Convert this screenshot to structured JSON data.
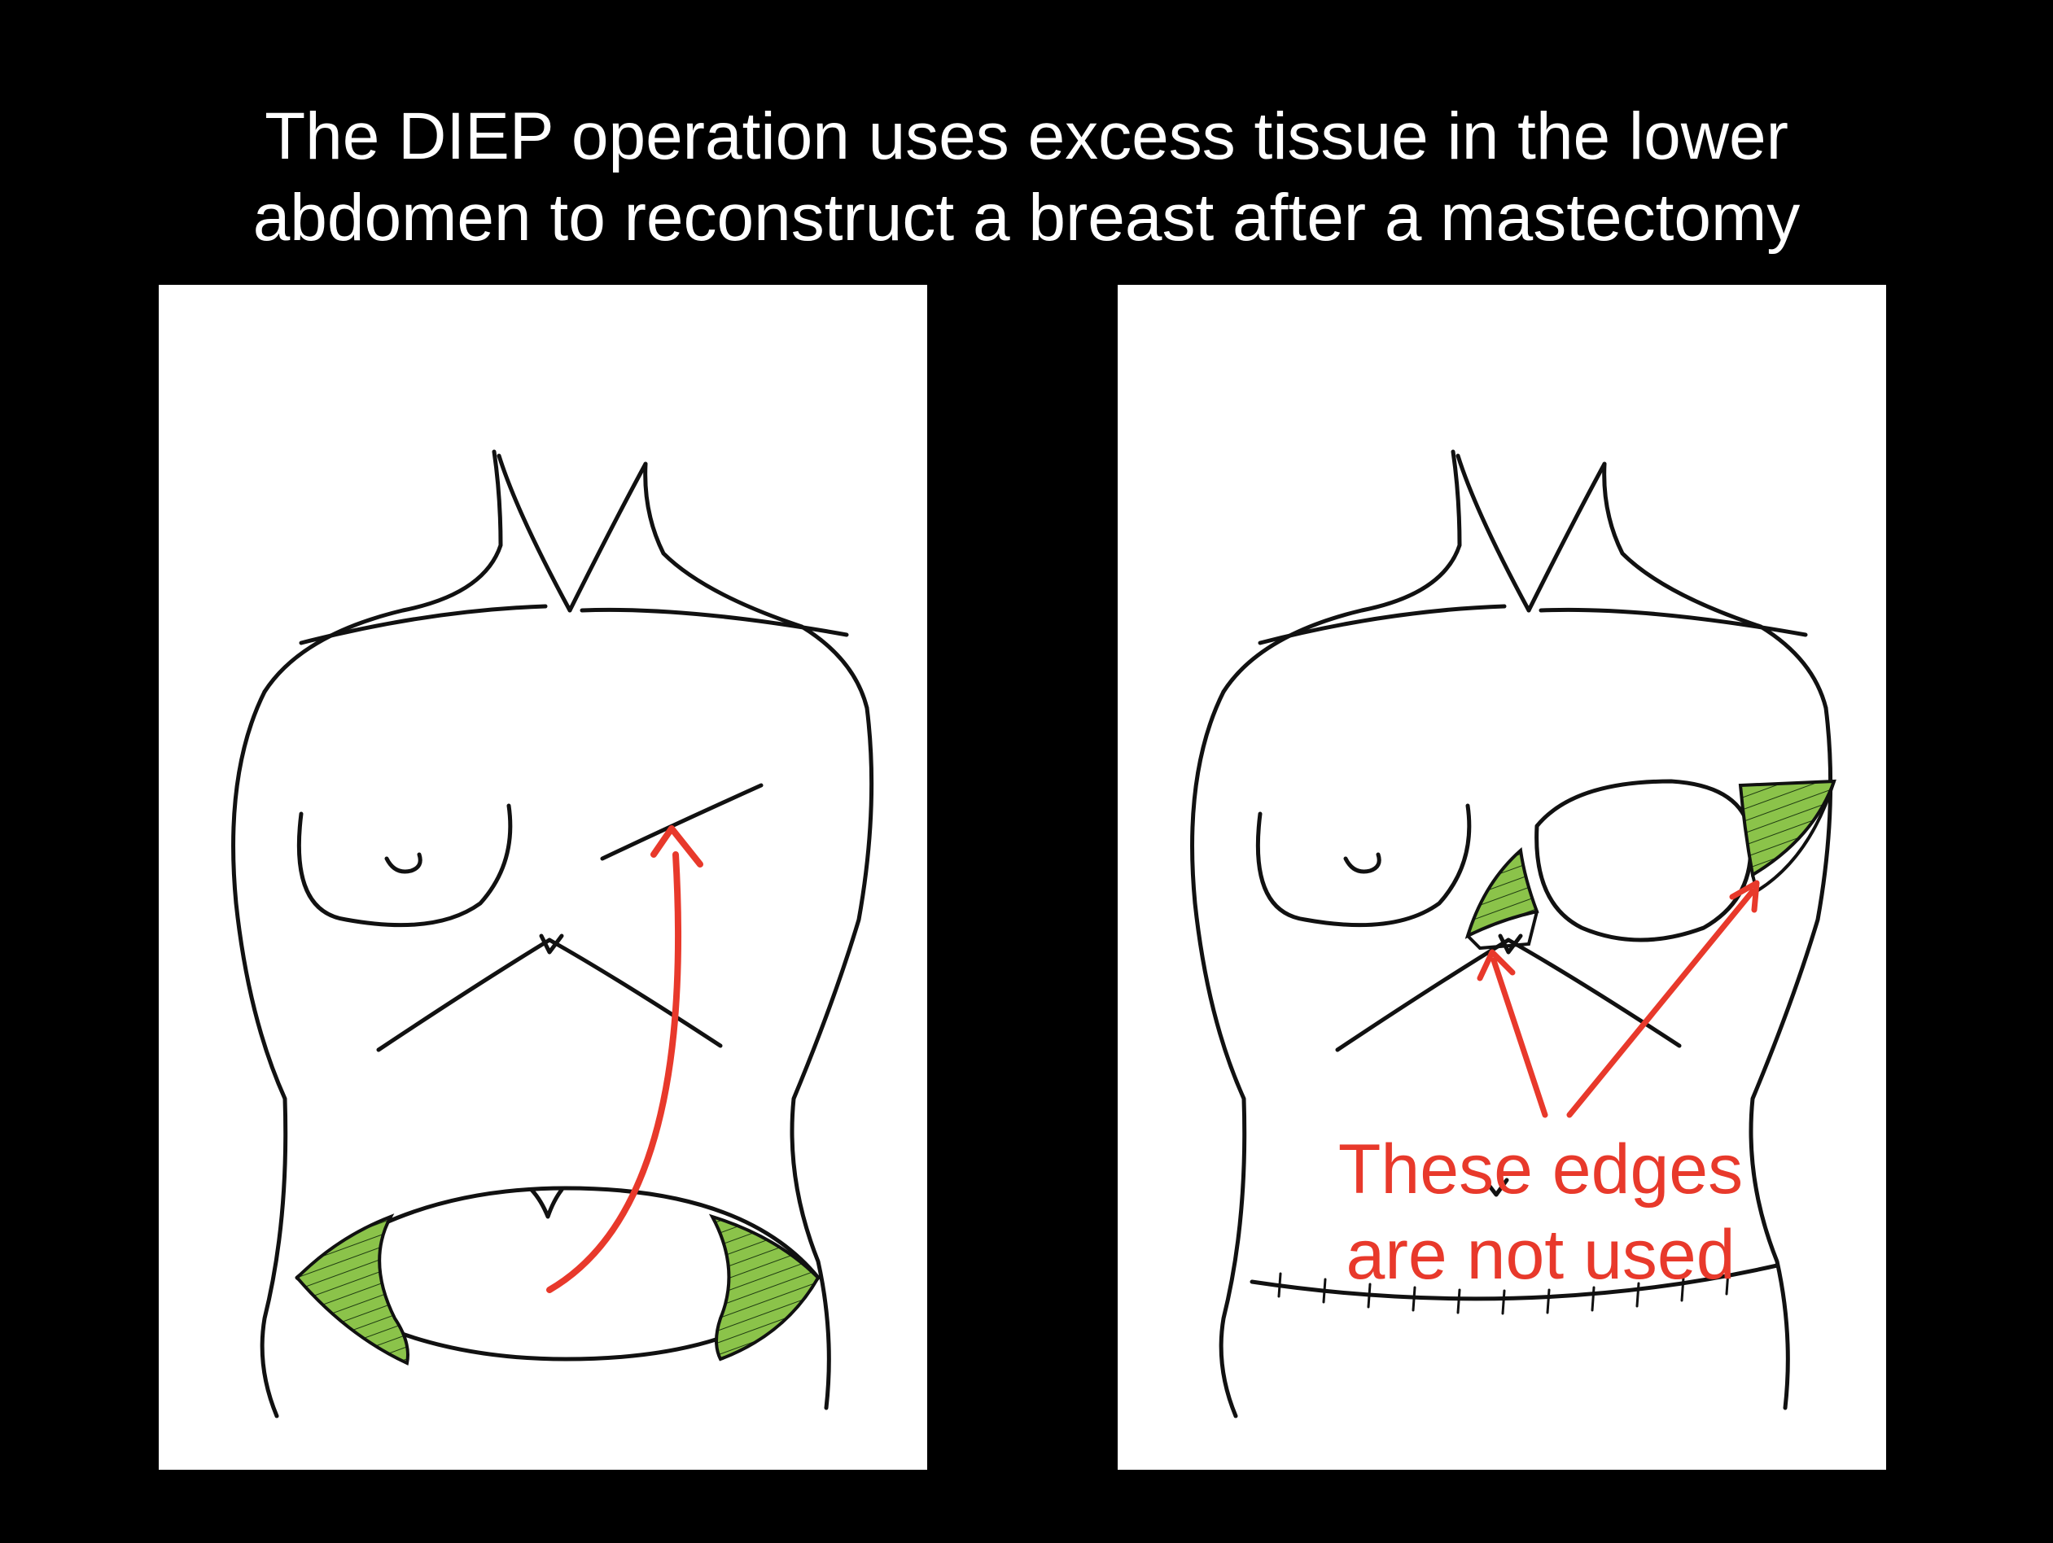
{
  "title": {
    "line1": "The DIEP operation uses excess tissue in the lower",
    "line2": "abdomen to reconstruct a breast after a mastectomy"
  },
  "annotation": {
    "line1": "These edges",
    "line2": "are not used"
  },
  "colors": {
    "background": "#000000",
    "panel": "#ffffff",
    "outline": "#111111",
    "arrow": "#e8392b",
    "tissue_green": "#8bc34a"
  }
}
